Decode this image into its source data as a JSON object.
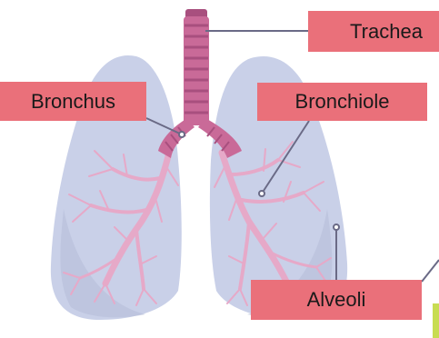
{
  "labels": {
    "trachea": "Trachea",
    "bronchus": "Bronchus",
    "bronchiole": "Bronchiole",
    "alveoli": "Alveoli"
  },
  "colors": {
    "label_background": "#ea707a",
    "lung_fill": "#c9d0e8",
    "lung_shade": "#b9c1dc",
    "airway": "#c96a98",
    "airway_ring": "#a84f7e",
    "branch": "#e6a9c8",
    "leader_line": "#6a6a86",
    "accent_bar": "#c8dc52"
  }
}
